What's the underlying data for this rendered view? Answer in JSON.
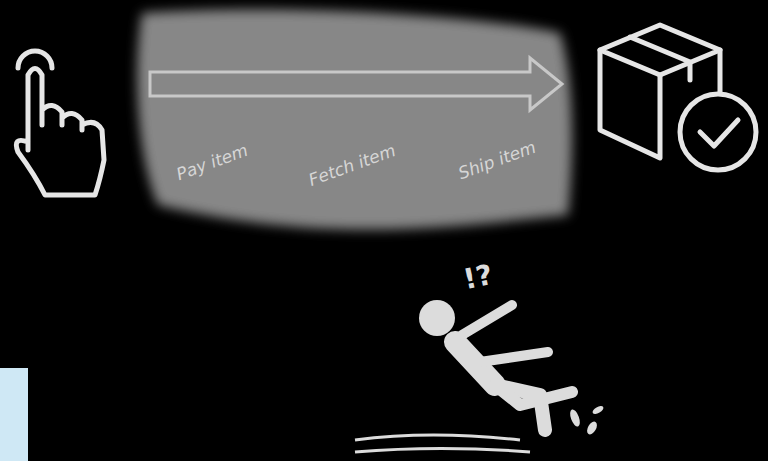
{
  "diagram": {
    "nodes": [
      {
        "text": [
          "Pay item",
          "Fetch item",
          "Ship item"
        ]
      }
    ],
    "labels": [
      "!?"
    ]
  }
}
